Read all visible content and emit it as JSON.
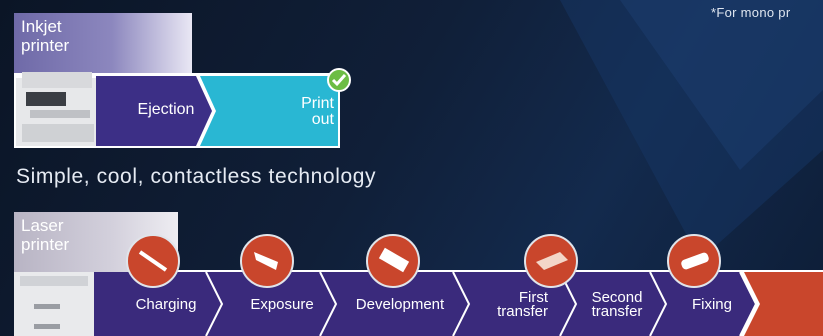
{
  "footnote": "*For mono pr",
  "inkjet": {
    "label_line1": "Inkjet",
    "label_line2": "printer",
    "steps": [
      "Ejection",
      "Print",
      "out"
    ]
  },
  "tagline": "Simple, cool, contactless technology",
  "laser": {
    "label_line1": "Laser",
    "label_line2": "printer",
    "steps": {
      "charging": "Charging",
      "exposure": "Exposure",
      "development": "Development",
      "first_1": "First",
      "first_2": "transfer",
      "second_1": "Second",
      "second_2": "transfer",
      "fixing": "Fixing"
    }
  },
  "colors": {
    "inkjet_dark": "#3c2f86",
    "inkjet_cyan": "#29b7d3",
    "laser_purple": "#3a2a7c",
    "laser_red": "#c9462c",
    "check_green": "#6cbd45"
  },
  "icons": [
    "printer-icon",
    "check-icon",
    "charging-icon",
    "exposure-icon",
    "development-icon",
    "first-transfer-icon",
    "fixing-icon"
  ]
}
